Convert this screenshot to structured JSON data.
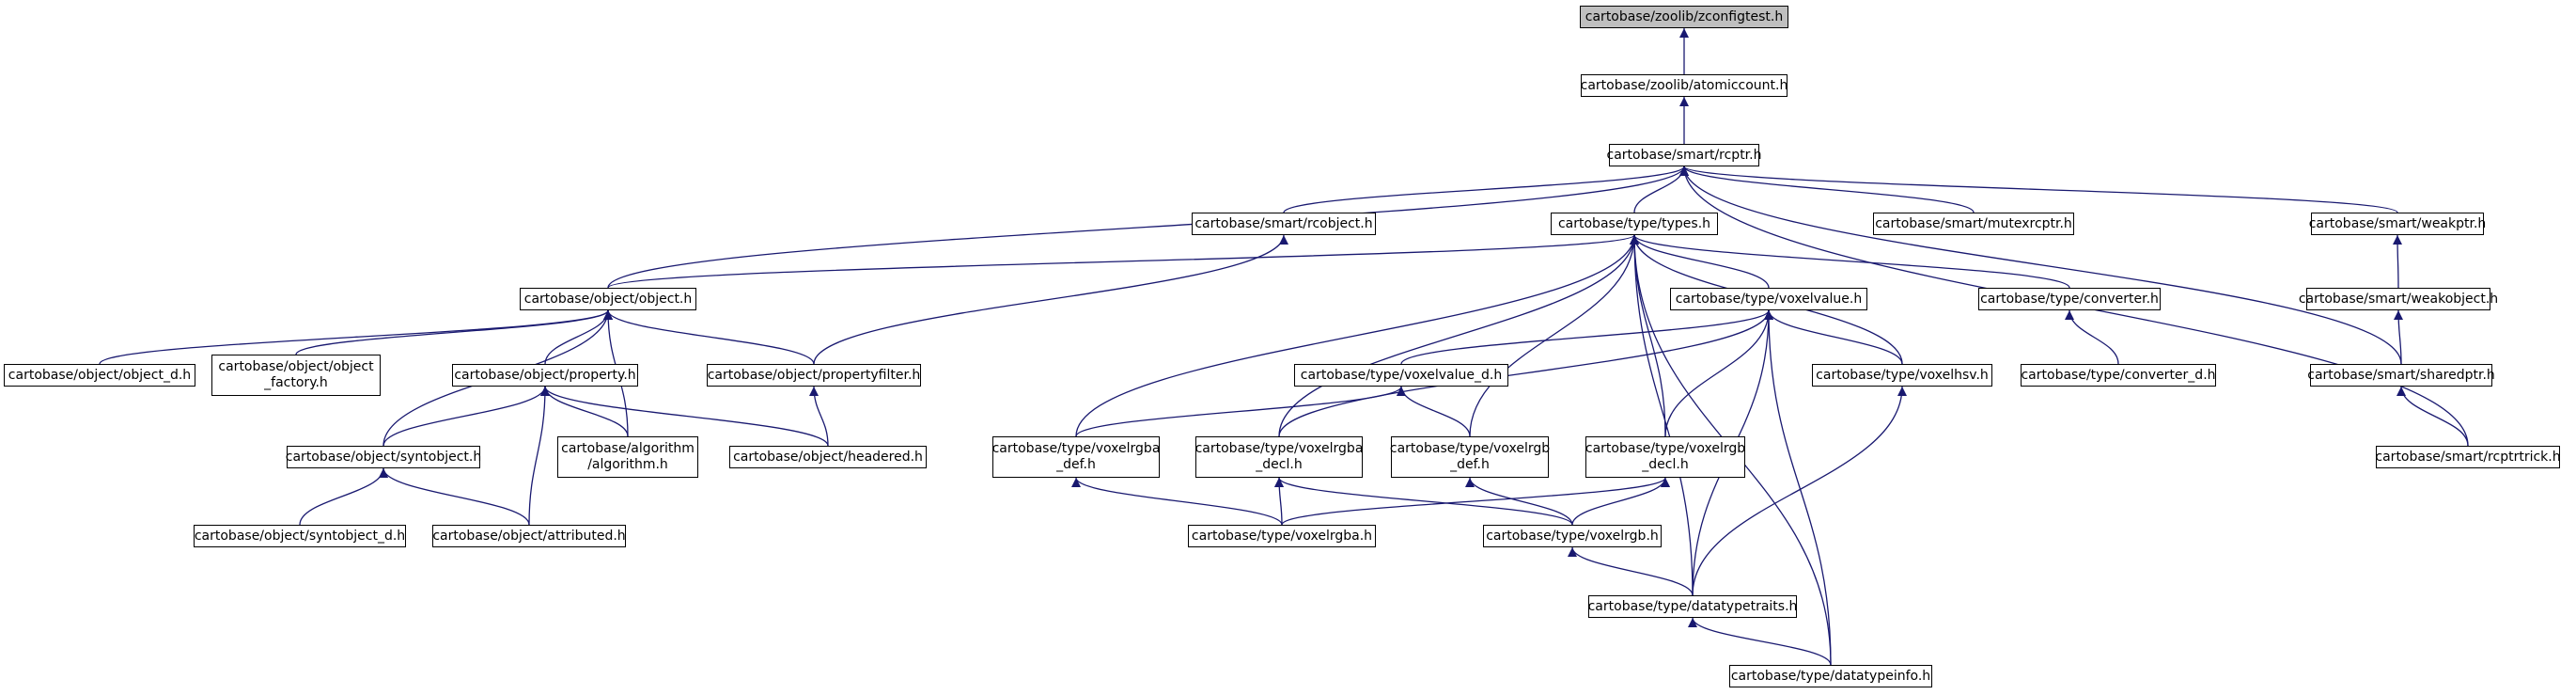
{
  "diagram": {
    "colors": {
      "edge": "#191970",
      "node_border": "#000000",
      "root_fill": "#bfbfbf",
      "node_fill": "#ffffff"
    },
    "nodes": {
      "zconfigtest": "cartobase/zoolib/zconfigtest.h",
      "atomiccount": "cartobase/zoolib/atomiccount.h",
      "rcptr": "cartobase/smart/rcptr.h",
      "rcobject": "cartobase/smart/rcobject.h",
      "types": "cartobase/type/types.h",
      "mutexrcptr": "cartobase/smart/mutexrcptr.h",
      "weakptr": "cartobase/smart/weakptr.h",
      "object": "cartobase/object/object.h",
      "voxelvalue": "cartobase/type/voxelvalue.h",
      "converter": "cartobase/type/converter.h",
      "weakobject": "cartobase/smart/weakobject.h",
      "object_d": "cartobase/object/object_d.h",
      "object_factory": "cartobase/object/object\n_factory.h",
      "property": "cartobase/object/property.h",
      "propertyfilter": "cartobase/object/propertyfilter.h",
      "voxelvalue_d": "cartobase/type/voxelvalue_d.h",
      "voxelhsv": "cartobase/type/voxelhsv.h",
      "converter_d": "cartobase/type/converter_d.h",
      "sharedptr": "cartobase/smart/sharedptr.h",
      "syntobject": "cartobase/object/syntobject.h",
      "algorithm": "cartobase/algorithm\n/algorithm.h",
      "headered": "cartobase/object/headered.h",
      "voxelrgba_def": "cartobase/type/voxelrgba\n_def.h",
      "voxelrgba_decl": "cartobase/type/voxelrgba\n_decl.h",
      "voxelrgb_def": "cartobase/type/voxelrgb\n_def.h",
      "voxelrgb_decl": "cartobase/type/voxelrgb\n_decl.h",
      "rcptrtrick": "cartobase/smart/rcptrtrick.h",
      "syntobject_d": "cartobase/object/syntobject_d.h",
      "attributed": "cartobase/object/attributed.h",
      "voxelrgba": "cartobase/type/voxelrgba.h",
      "voxelrgb": "cartobase/type/voxelrgb.h",
      "datatypetraits": "cartobase/type/datatypetraits.h",
      "datatypeinfo": "cartobase/type/datatypeinfo.h"
    },
    "edges": [
      [
        "atomiccount",
        "zconfigtest"
      ],
      [
        "rcptr",
        "atomiccount"
      ],
      [
        "rcobject",
        "rcptr"
      ],
      [
        "types",
        "rcptr"
      ],
      [
        "mutexrcptr",
        "rcptr"
      ],
      [
        "weakptr",
        "rcptr"
      ],
      [
        "object",
        "rcptr"
      ],
      [
        "sharedptr",
        "rcptr"
      ],
      [
        "rcptrtrick",
        "rcptr"
      ],
      [
        "propertyfilter",
        "rcobject"
      ],
      [
        "object",
        "types"
      ],
      [
        "voxelvalue",
        "types"
      ],
      [
        "converter",
        "types"
      ],
      [
        "voxelhsv",
        "types"
      ],
      [
        "voxelrgba_def",
        "types"
      ],
      [
        "voxelrgba_decl",
        "types"
      ],
      [
        "voxelrgb_def",
        "types"
      ],
      [
        "voxelrgb_decl",
        "types"
      ],
      [
        "datatypetraits",
        "types"
      ],
      [
        "datatypeinfo",
        "types"
      ],
      [
        "weakobject",
        "weakptr"
      ],
      [
        "object_d",
        "object"
      ],
      [
        "object_factory",
        "object"
      ],
      [
        "property",
        "object"
      ],
      [
        "propertyfilter",
        "object"
      ],
      [
        "syntobject",
        "object"
      ],
      [
        "algorithm",
        "object"
      ],
      [
        "voxelvalue_d",
        "voxelvalue"
      ],
      [
        "voxelhsv",
        "voxelvalue"
      ],
      [
        "voxelrgba_decl",
        "voxelvalue"
      ],
      [
        "voxelrgb_decl",
        "voxelvalue"
      ],
      [
        "datatypetraits",
        "voxelvalue"
      ],
      [
        "datatypeinfo",
        "voxelvalue"
      ],
      [
        "converter_d",
        "converter"
      ],
      [
        "sharedptr",
        "weakobject"
      ],
      [
        "syntobject",
        "property"
      ],
      [
        "algorithm",
        "property"
      ],
      [
        "headered",
        "property"
      ],
      [
        "attributed",
        "property"
      ],
      [
        "headered",
        "propertyfilter"
      ],
      [
        "voxelrgba_def",
        "voxelvalue_d"
      ],
      [
        "voxelrgb_def",
        "voxelvalue_d"
      ],
      [
        "datatypetraits",
        "voxelhsv"
      ],
      [
        "rcptrtrick",
        "sharedptr"
      ],
      [
        "syntobject_d",
        "syntobject"
      ],
      [
        "attributed",
        "syntobject"
      ],
      [
        "voxelrgba",
        "voxelrgba_def"
      ],
      [
        "voxelrgba",
        "voxelrgba_decl"
      ],
      [
        "voxelrgb",
        "voxelrgba_decl"
      ],
      [
        "voxelrgb",
        "voxelrgb_def"
      ],
      [
        "voxelrgba",
        "voxelrgb_decl"
      ],
      [
        "voxelrgb",
        "voxelrgb_decl"
      ],
      [
        "datatypetraits",
        "voxelrgb"
      ],
      [
        "datatypeinfo",
        "datatypetraits"
      ]
    ]
  }
}
